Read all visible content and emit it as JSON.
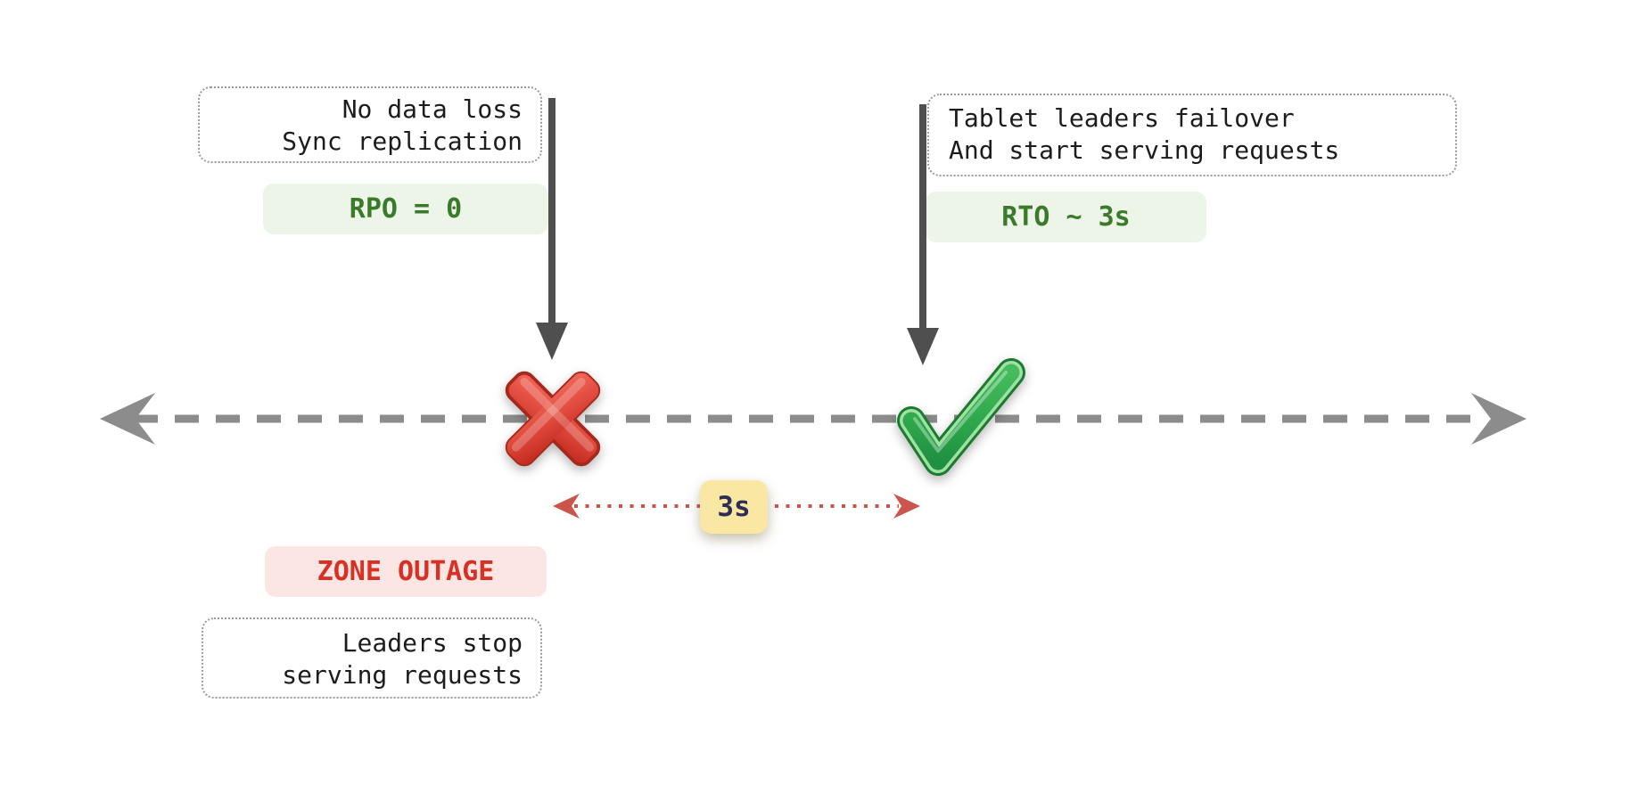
{
  "diagram": {
    "left_annotation": {
      "line1": "No data loss",
      "line2": "Sync replication"
    },
    "rpo_badge_label": "RPO = 0",
    "right_annotation": {
      "line1": "Tablet leaders failover",
      "line2": "And start serving requests"
    },
    "rto_badge_label": "RTO ~ 3s",
    "duration_badge_label": "3s",
    "zone_outage_label": "ZONE OUTAGE",
    "bottom_annotation": {
      "line1": "Leaders stop",
      "line2": "serving requests"
    },
    "icons": {
      "outage_marker": "cross-mark-icon",
      "recovery_marker": "check-mark-icon",
      "timeline": "dashed-timeline-double-arrow",
      "event_pointers": "down-arrow-icon",
      "duration_span": "dotted-span-double-arrow"
    },
    "colors": {
      "green_text": "#3b7a2a",
      "green_bg": "#edf4e8",
      "red_text": "#d93025",
      "red_bg": "#fbe6e3",
      "yellow_bg": "#fae7a3",
      "navy_text": "#2d2d55",
      "timeline_gray": "#8c8c8c",
      "pointer_dark": "#4f4f4f",
      "span_red": "#cb554c",
      "cross_red": "#d63b2f",
      "check_green": "#2ea84c"
    }
  }
}
